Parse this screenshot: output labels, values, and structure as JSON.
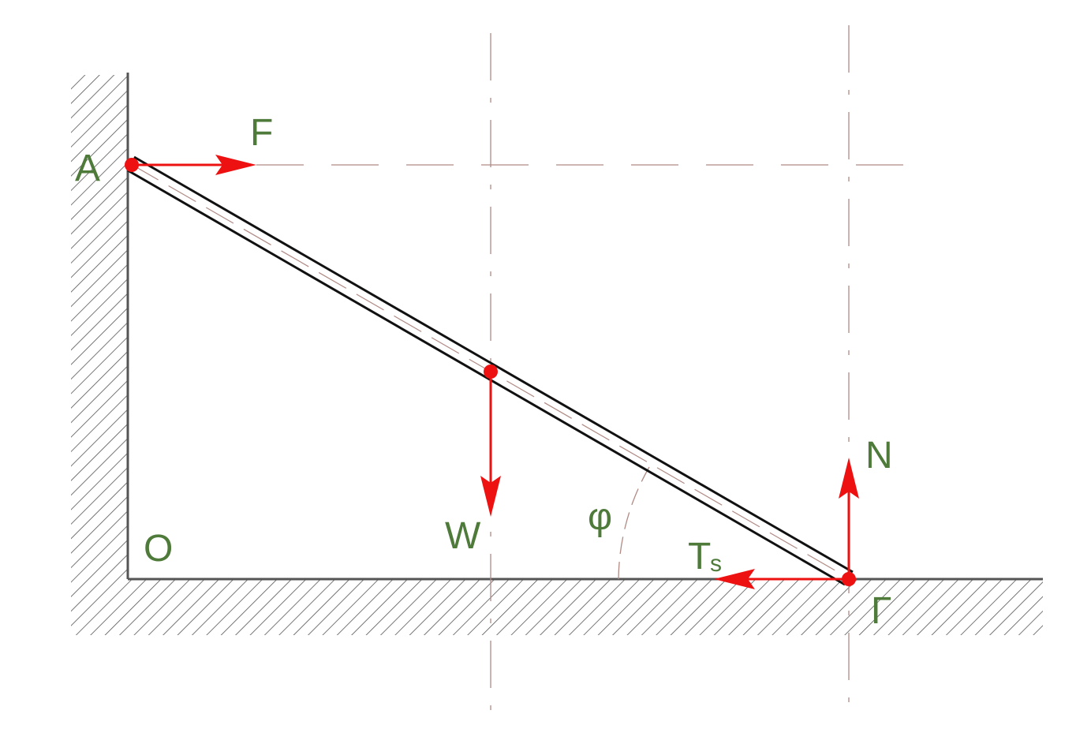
{
  "colors": {
    "label": "#4e7a3a",
    "force": "#ee1111",
    "structure": "#555555",
    "bar": "#111111",
    "construction": "#b08a84"
  },
  "labels": {
    "point_a": "A",
    "point_o": "O",
    "point_gamma": "Γ",
    "force_f": "F",
    "force_w": "W",
    "force_n": "N",
    "force_t": "T",
    "force_t_sub": "s",
    "angle_phi": "φ"
  }
}
